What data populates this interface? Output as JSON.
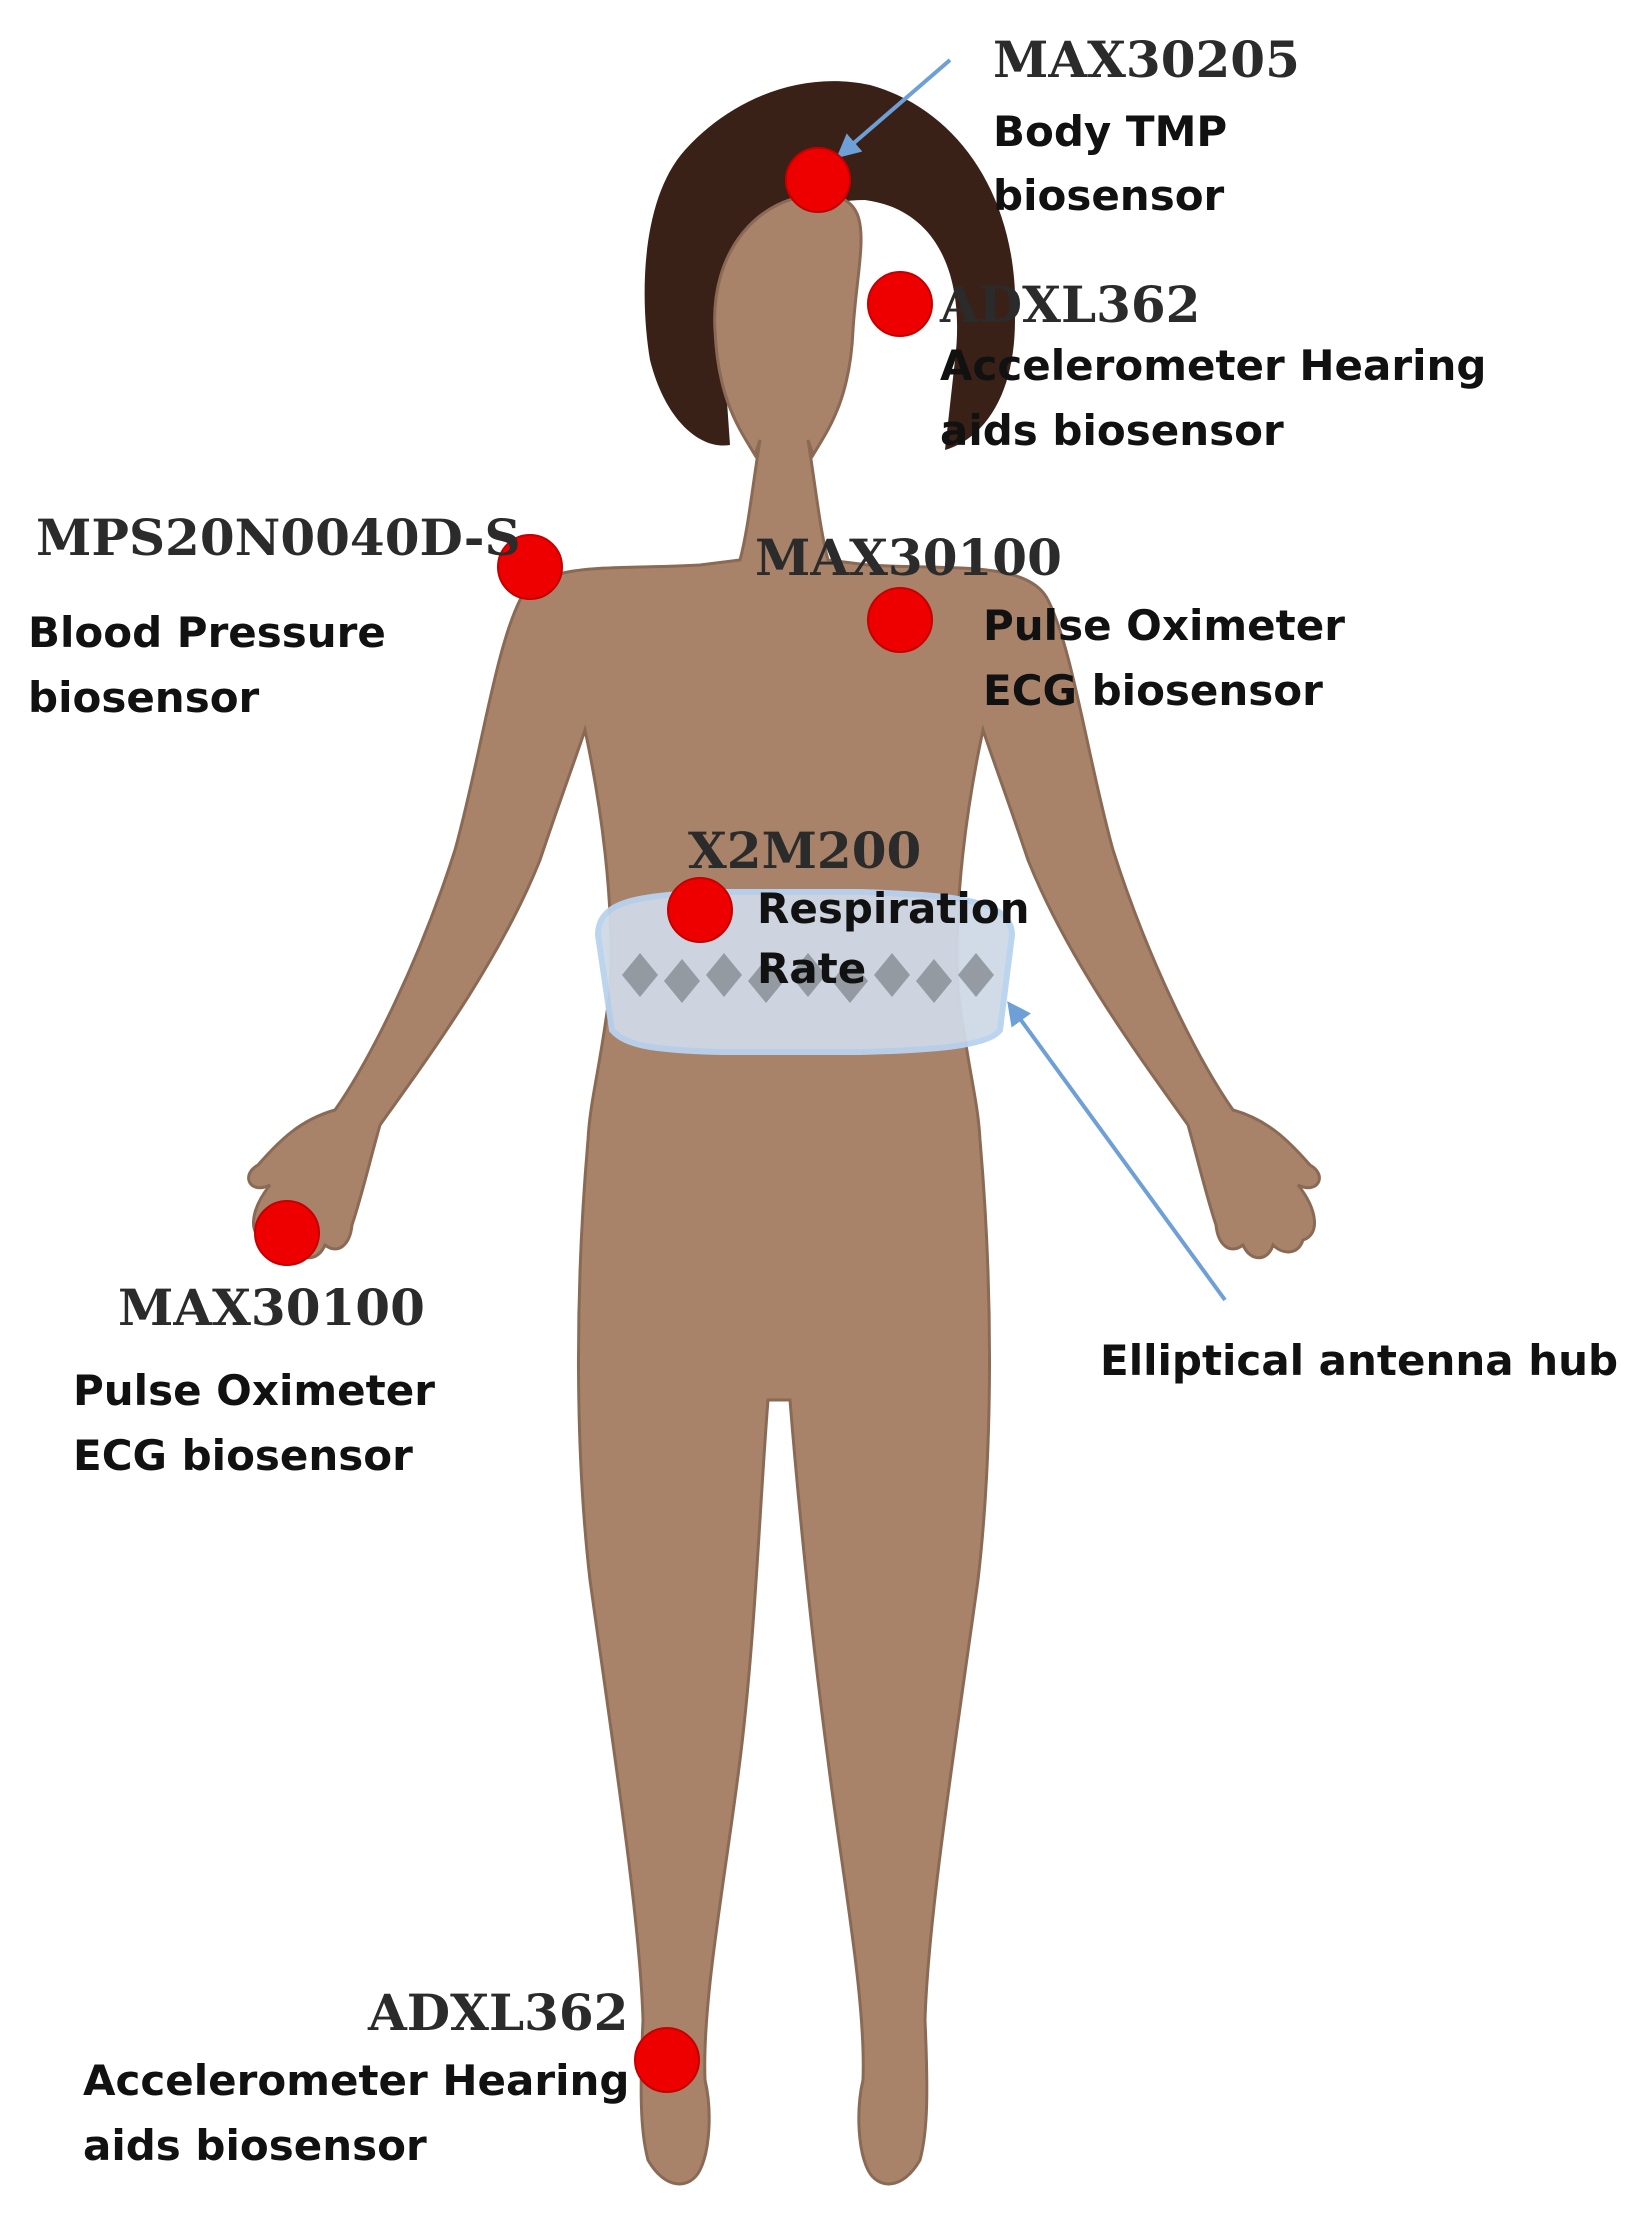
{
  "colors": {
    "skin": "#a8836a",
    "skin_outline": "#8a6a55",
    "hair": "#3a2117",
    "sensor": "#ee0000",
    "arrow": "#6e9fd6",
    "belt": "#cfd9e6",
    "belt_pattern": "#8a8f96"
  },
  "sensors": [
    {
      "id": "head-temp",
      "model": "MAX30205",
      "desc": [
        "Body TMP",
        "biosensor"
      ]
    },
    {
      "id": "ear-accel",
      "model": "ADXL362",
      "desc": [
        "Accelerometer Hearing",
        "aids biosensor"
      ]
    },
    {
      "id": "shoulder-bp",
      "model": "MPS20N0040D-S",
      "desc": [
        "Blood Pressure",
        "biosensor"
      ]
    },
    {
      "id": "chest-ox",
      "model": "MAX30100",
      "desc": [
        "Pulse Oximeter",
        "ECG biosensor"
      ]
    },
    {
      "id": "waist-resp",
      "model": "X2M200",
      "desc": [
        "Respiration",
        "Rate"
      ]
    },
    {
      "id": "hand-ox",
      "model": "MAX30100",
      "desc": [
        "Pulse Oximeter",
        "ECG biosensor"
      ]
    },
    {
      "id": "ankle-accel",
      "model": "ADXL362",
      "desc": [
        "Accelerometer Hearing",
        "aids biosensor"
      ]
    }
  ],
  "hub_label": "Elliptical antenna hub"
}
